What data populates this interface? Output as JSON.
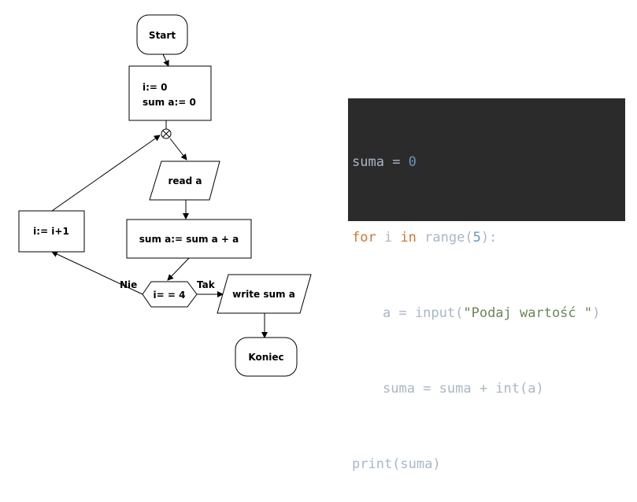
{
  "flowchart": {
    "start": "Start",
    "init_line1": "i:= 0",
    "init_line2": "sum a:= 0",
    "read": "read a",
    "sum": "sum a:= sum a + a",
    "increment": "i:= i+1",
    "condition": "i= = 4",
    "no_label": "Nie",
    "yes_label": "Tak",
    "write": "write sum a",
    "end": "Koniec"
  },
  "code": {
    "line1": {
      "var": "suma",
      "op": " = ",
      "num": "0"
    },
    "line2": {
      "kw1": "for",
      "var": " i ",
      "kw2": "in",
      "fn": " range(",
      "num": "5",
      "rest": "):"
    },
    "line3": {
      "pre": "a = input(",
      "str": "\"Podaj wartość \"",
      "post": ")"
    },
    "line4": {
      "text": "suma = suma + int(a)"
    },
    "line5": {
      "text": "print(suma)"
    }
  },
  "colors": {
    "editor_bg": "#2b2b2b",
    "editor_text": "#a9b7c6",
    "keyword": "#cc7832",
    "number": "#6897bb",
    "string": "#6a8759"
  }
}
